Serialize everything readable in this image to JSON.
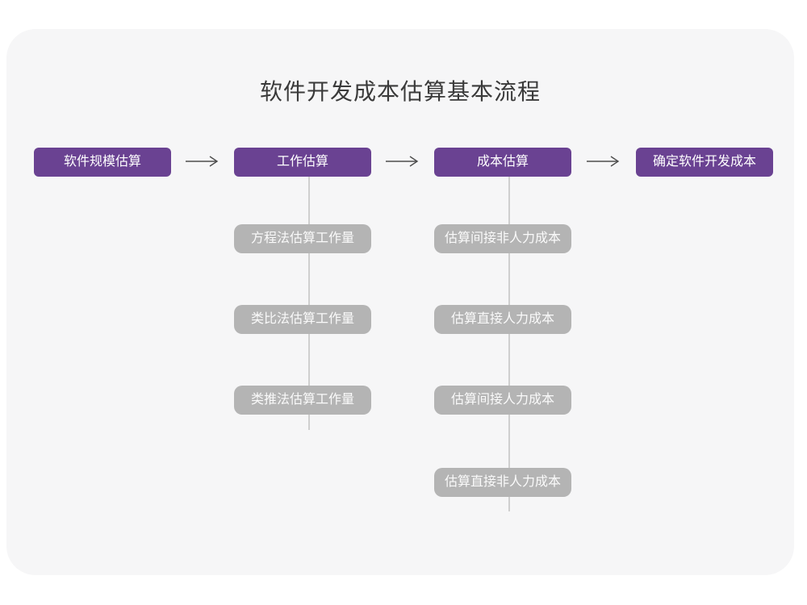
{
  "title": "软件开发成本估算基本流程",
  "flow": {
    "steps": [
      {
        "label": "软件规模估算"
      },
      {
        "label": "工作估算"
      },
      {
        "label": "成本估算"
      },
      {
        "label": "确定软件开发成本"
      }
    ]
  },
  "work_substeps": [
    "方程法估算工作量",
    "类比法估算工作量",
    "类推法估算工作量"
  ],
  "cost_substeps": [
    "估算间接非人力成本",
    "估算直接人力成本",
    "估算间接人力成本",
    "估算直接非人力成本"
  ],
  "colors": {
    "primary": "#6a4292",
    "primary_text": "#ffffff",
    "sub_box": "#b4b4b4",
    "sub_box_text": "#fafafa",
    "card_bg": "#f6f6f7",
    "connector": "#cfcfcf",
    "arrow": "#4d4d4d",
    "title_text": "#3a3a3a"
  }
}
